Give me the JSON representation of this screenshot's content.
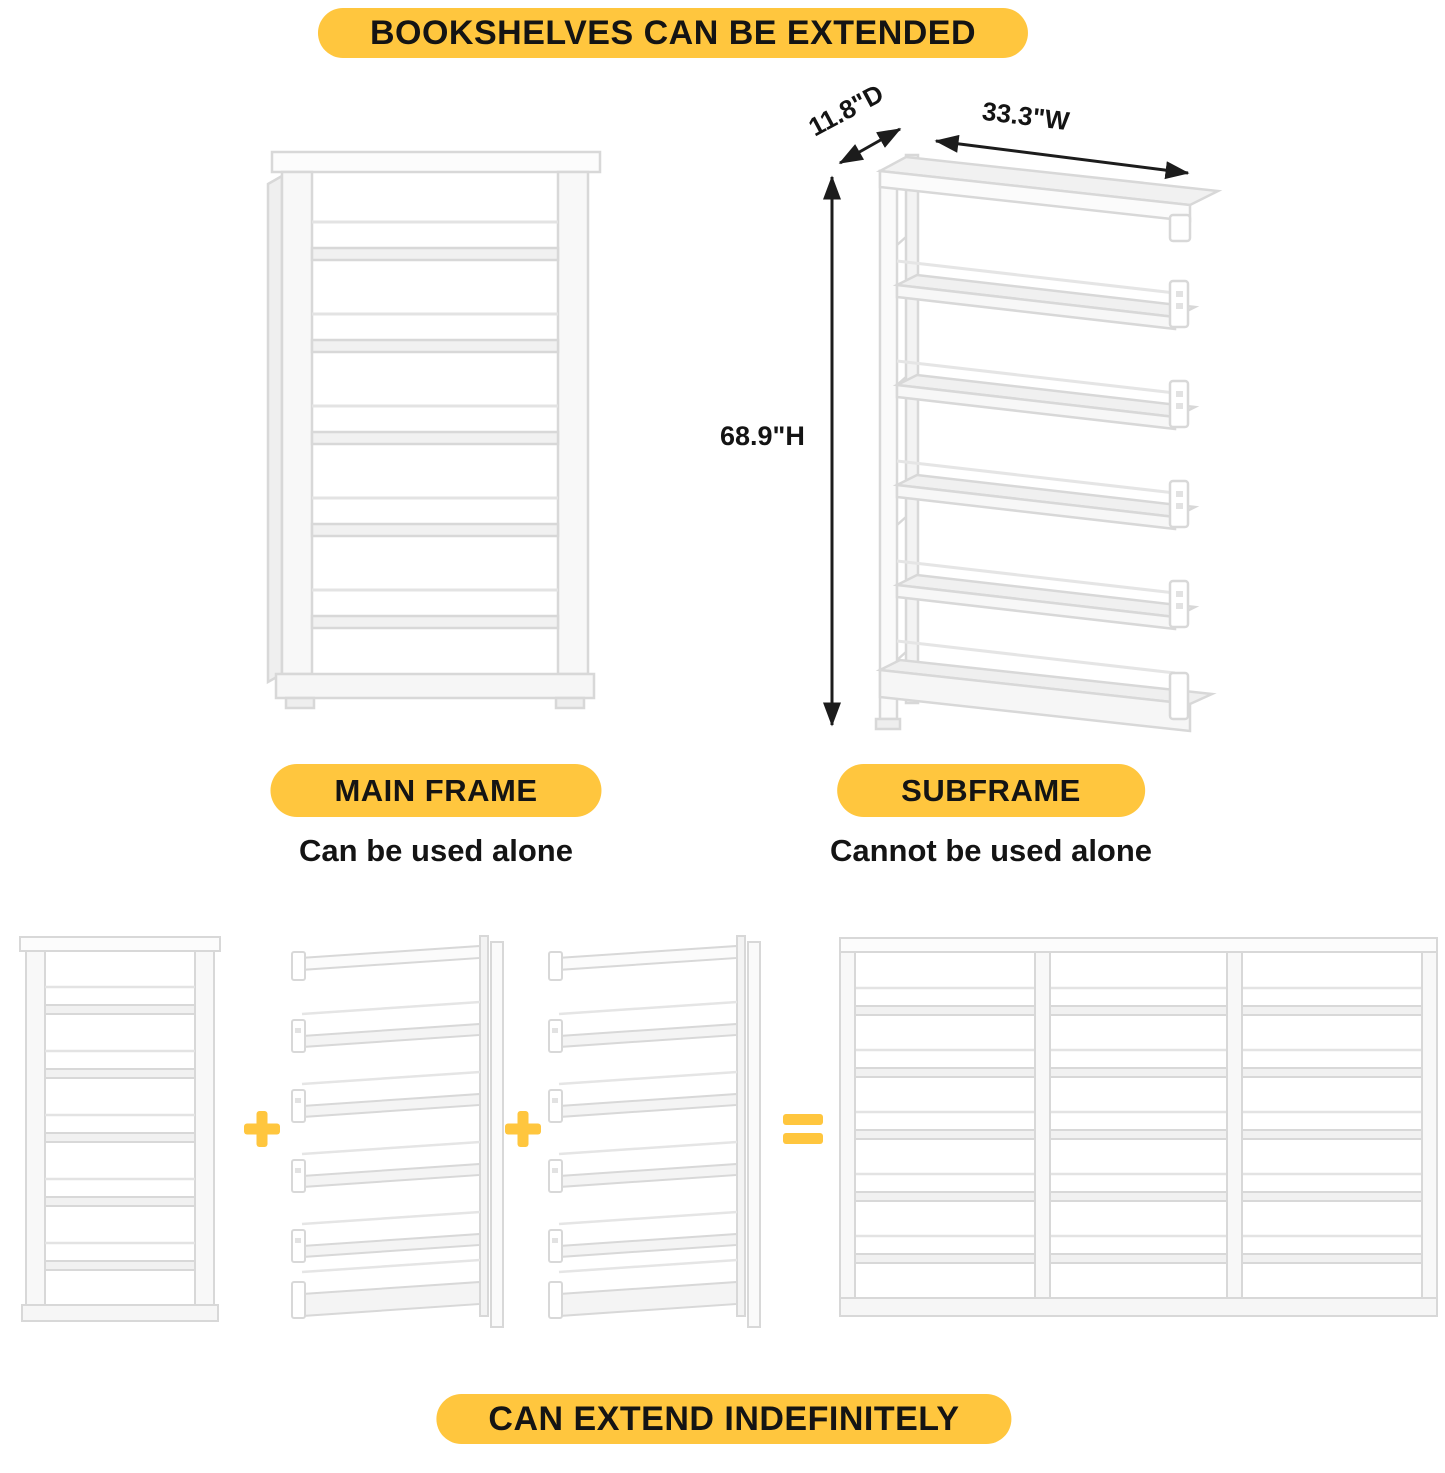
{
  "colors": {
    "accent": "#FFC63E",
    "text": "#141414",
    "outline": "#d8d8d8",
    "arrow": "#1c1c1c"
  },
  "header": {
    "title": "BOOKSHELVES CAN BE EXTENDED"
  },
  "dimensions": {
    "depth": "11.8\"D",
    "width": "33.3\"W",
    "height": "68.9\"H"
  },
  "main_frame": {
    "badge": "MAIN FRAME",
    "caption": "Can be used alone"
  },
  "subframe": {
    "badge": "SUBFRAME",
    "caption": "Cannot be used alone"
  },
  "footer": {
    "title": "CAN EXTEND INDEFINITELY"
  }
}
